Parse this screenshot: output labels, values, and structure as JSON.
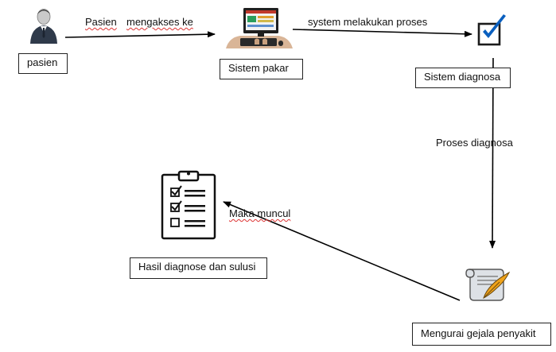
{
  "nodes": {
    "pasien": "pasien",
    "sistem_pakar": "Sistem pakar",
    "sistem_diagnosa": "Sistem diagnosa",
    "hasil": "Hasil diagnose dan sulusi",
    "mengurai": "Mengurai gejala penyakit"
  },
  "edges": {
    "pasien_word": "Pasien",
    "mengakses": "mengakses ke",
    "system_proses": "system melakukan proses",
    "proses_diagnosa": "Proses diagnosa",
    "maka_muncul": "Maka muncul"
  },
  "icons": {
    "person": "person-icon",
    "computer": "computer-icon",
    "check": "checkbox-icon",
    "clipboard": "clipboard-checklist-icon",
    "scroll": "scroll-quill-icon"
  },
  "colors": {
    "check": "#0a5fbf",
    "screen_accent": "#2a9d5c",
    "box_border": "#222222"
  }
}
